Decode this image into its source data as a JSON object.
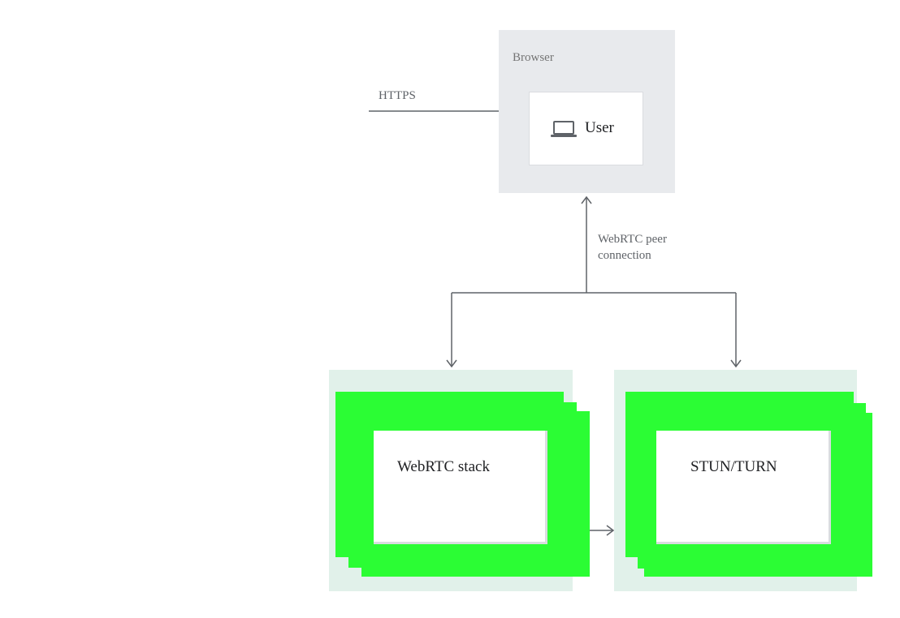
{
  "browser": {
    "label": "Browser"
  },
  "user": {
    "label": "User",
    "icon": "laptop-icon"
  },
  "edges": {
    "https": "HTTPS",
    "peer_connection": {
      "line1": "WebRTC peer",
      "line2": "connection"
    }
  },
  "nodes": {
    "webrtc_stack": {
      "label": "WebRTC stack"
    },
    "stun_turn": {
      "label": "STUN/TURN"
    }
  },
  "colors": {
    "browser_bg": "#e8eaed",
    "group_bg": "#e1f1ea",
    "stack_green": "#2bfd34",
    "line": "#5f6368"
  }
}
